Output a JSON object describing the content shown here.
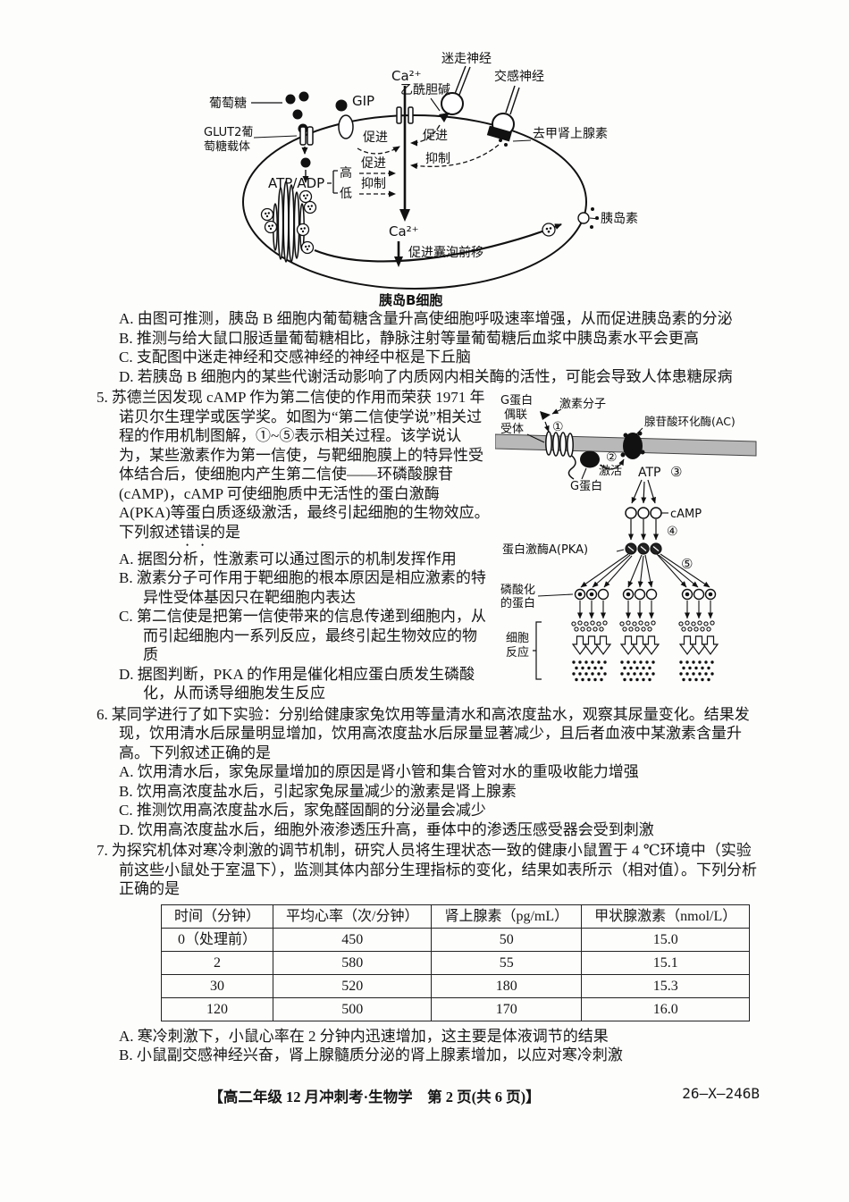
{
  "diagram1": {
    "glucose": "葡萄糖",
    "glut2_l1": "GLUT2葡",
    "glut2_l2": "萄糖载体",
    "gip": "GIP",
    "ca_top": "Ca²⁺",
    "ach": "乙酰胆碱",
    "vagus": "迷走神经",
    "sympathetic": "交感神经",
    "norepinephrine": "去甲肾上腺素",
    "promote1": "促进",
    "promote2": "促进",
    "inhibit1": "抑制",
    "promote3": "促进",
    "inhibit2": "抑制",
    "high": "高",
    "low": "低",
    "atp_adp": "ATP/ADP",
    "ca_bottom": "Ca²⁺",
    "vesicle_move": "促进囊泡前移",
    "insulin": "胰岛素",
    "cell_label": "胰岛B细胞"
  },
  "q4": {
    "options": [
      "A. 由图可推测，胰岛 B 细胞内葡萄糖含量升高使细胞呼吸速率增强，从而促进胰岛素的分泌",
      "B. 推测与给大鼠口服适量葡萄糖相比，静脉注射等量葡萄糖后血浆中胰岛素水平会更高",
      "C. 支配图中迷走神经和交感神经的神经中枢是下丘脑",
      "D. 若胰岛 B 细胞内的某些代谢活动影响了内质网内相关酶的活性，可能会导致人体患糖尿病"
    ]
  },
  "q5": {
    "number": "5.",
    "stem_part1": "苏德兰因发现 cAMP 作为第二信使的作用而荣获 1971 年诺贝尔生理学或医学奖。如图为“第二信使学说”相关过程的作用机制图解，①~⑤表示相关过程。该学说认为，某些激素作为第一信使，与靶细胞膜上的特异性受体结合后，使细胞内产生第二信使——环磷酸腺苷(cAMP)，cAMP 可使细胞质中无活性的蛋白激酶 A(PKA)等蛋白质逐级激活，最终引起细胞的生物效应。下列叙述",
    "stem_emph": "错误",
    "stem_part2": "的是",
    "options": [
      "A. 据图分析，性激素可以通过图示的机制发挥作用",
      "B. 激素分子可作用于靶细胞的根本原因是相应激素的特异性受体基因只在靶细胞内表达",
      "C. 第二信使是把第一信使带来的信息传递到细胞内，从而引起细胞内一系列反应，最终引起生物效应的物质",
      "D. 据图判断，PKA 的作用是催化相应蛋白质发生磷酸化，从而诱导细胞发生反应"
    ]
  },
  "diagram2": {
    "gpcr_l1": "G蛋白",
    "gpcr_l2": "偶联",
    "gpcr_l3": "受体",
    "hormone": "激素分子",
    "n1": "①",
    "n2": "②",
    "n3": "③",
    "n4": "④",
    "n5": "⑤",
    "ac": "腺苷酸环化酶(AC)",
    "activate": "激活",
    "gprotein": "G蛋白",
    "atp": "ATP",
    "camp": "cAMP",
    "pka": "蛋白激酶A(PKA)",
    "phos_l1": "磷酸化",
    "phos_l2": "的蛋白",
    "resp_l1": "细胞",
    "resp_l2": "反应"
  },
  "q6": {
    "number": "6.",
    "stem": "某同学进行了如下实验：分别给健康家兔饮用等量清水和高浓度盐水，观察其尿量变化。结果发现，饮用清水后尿量明显增加，饮用高浓度盐水后尿量显著减少，且后者血液中某激素含量升高。下列叙述正确的是",
    "options": [
      "A. 饮用清水后，家兔尿量增加的原因是肾小管和集合管对水的重吸收能力增强",
      "B. 饮用高浓度盐水后，引起家兔尿量减少的激素是肾上腺素",
      "C. 推测饮用高浓度盐水后，家兔醛固酮的分泌量会减少",
      "D. 饮用高浓度盐水后，细胞外液渗透压升高，垂体中的渗透压感受器会受到刺激"
    ]
  },
  "q7": {
    "number": "7.",
    "stem": "为探究机体对寒冷刺激的调节机制，研究人员将生理状态一致的健康小鼠置于 4 ℃环境中（实验前这些小鼠处于室温下），监测其体内部分生理指标的变化，结果如表所示（相对值）。下列分析正确的是",
    "table": {
      "headers": [
        "时间（分钟）",
        "平均心率（次/分钟）",
        "肾上腺素（pg/mL）",
        "甲状腺激素（nmol/L）"
      ],
      "rows": [
        [
          "0（处理前）",
          "450",
          "50",
          "15.0"
        ],
        [
          "2",
          "580",
          "55",
          "15.1"
        ],
        [
          "30",
          "520",
          "180",
          "15.3"
        ],
        [
          "120",
          "500",
          "170",
          "16.0"
        ]
      ]
    },
    "options": [
      "A. 寒冷刺激下，小鼠心率在 2 分钟内迅速增加，这主要是体液调节的结果",
      "B. 小鼠副交感神经兴奋，肾上腺髓质分泌的肾上腺素增加，以应对寒冷刺激"
    ]
  },
  "footer": {
    "title": "【高二年级 12 月冲刺考·生物学　第 2 页(共 6 页)】",
    "code": "26—X—246B"
  }
}
